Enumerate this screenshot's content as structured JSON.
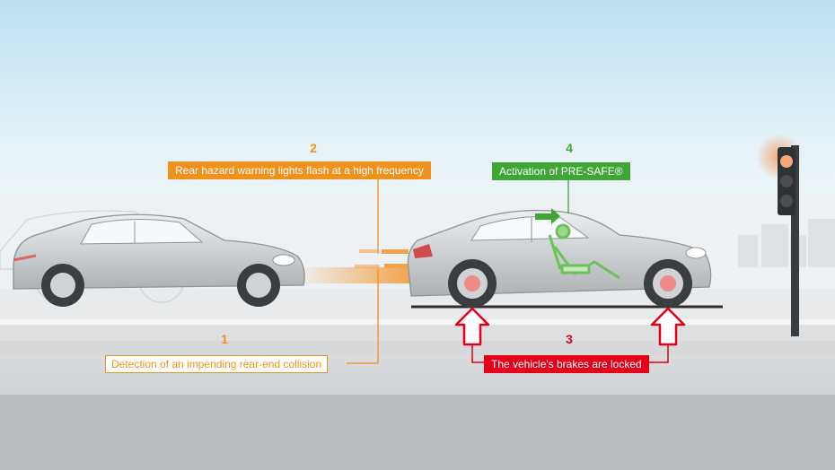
{
  "colors": {
    "orange": "#F0911E",
    "green": "#3FA535",
    "red": "#E2001A",
    "sky_top": "#BFDFF0",
    "road": "#C8CBCE"
  },
  "steps": [
    {
      "number": "1",
      "text": "Detection of an impending rear-end collision"
    },
    {
      "number": "2",
      "text": "Rear hazard warning lights flash at a high frequency"
    },
    {
      "number": "3",
      "text": "The vehicle's brakes are locked"
    },
    {
      "number": "4",
      "text": "Activation of PRE-SAFE®"
    }
  ],
  "icons": {
    "traffic_light": "traffic-light-icon",
    "brake_arrow": "up-arrow-icon",
    "occupant": "seated-occupant-icon"
  }
}
